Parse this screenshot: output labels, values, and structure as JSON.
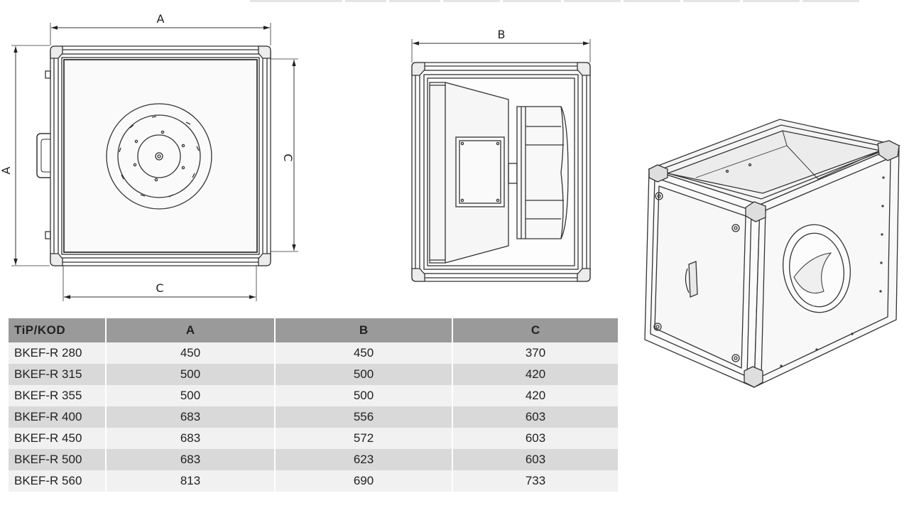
{
  "dimensions": {
    "label_a": "A",
    "label_b": "B",
    "label_c": "C"
  },
  "table": {
    "headers": [
      "TiP/KOD",
      "A",
      "B",
      "C"
    ],
    "rows": [
      [
        "BKEF-R 280",
        "450",
        "450",
        "370"
      ],
      [
        "BKEF-R 315",
        "500",
        "500",
        "420"
      ],
      [
        "BKEF-R 355",
        "500",
        "500",
        "420"
      ],
      [
        "BKEF-R 400",
        "683",
        "556",
        "603"
      ],
      [
        "BKEF-R 450",
        "683",
        "572",
        "603"
      ],
      [
        "BKEF-R 500",
        "683",
        "623",
        "603"
      ],
      [
        "BKEF-R 560",
        "813",
        "690",
        "733"
      ]
    ]
  }
}
